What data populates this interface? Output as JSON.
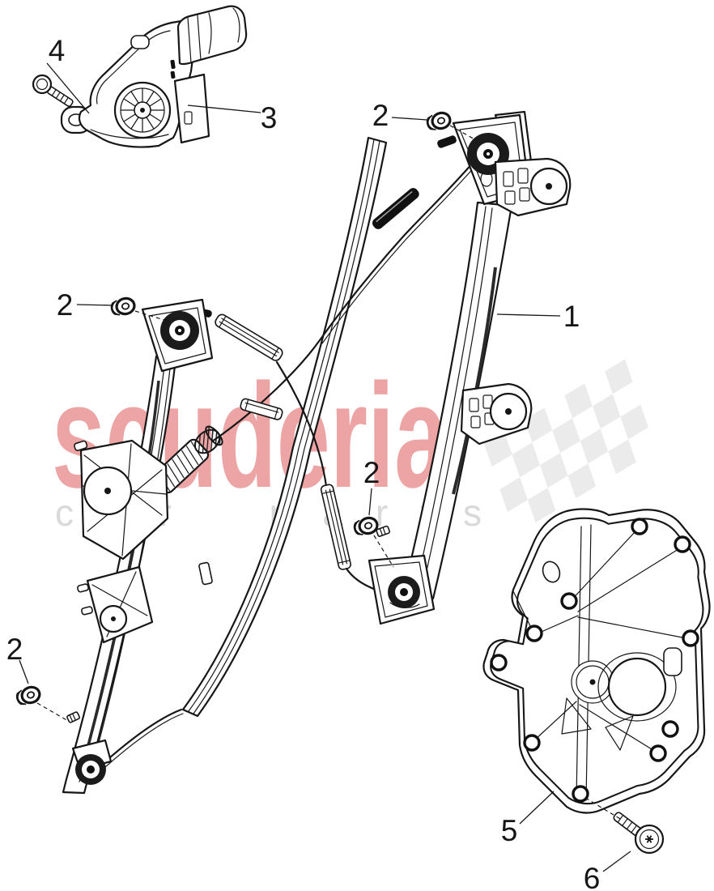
{
  "canvas": {
    "background": "#ffffff",
    "line_color": "#161616"
  },
  "watermark": {
    "brand": "scuderia",
    "tagline": "car parts",
    "brand_color": "#eda4a4",
    "tagline_color": "#d9d9d9",
    "flag_color": "#ebebeb"
  },
  "callouts": {
    "c1": "1",
    "c2": "2",
    "c3": "3",
    "c4": "4",
    "c5": "5",
    "c6": "6"
  }
}
